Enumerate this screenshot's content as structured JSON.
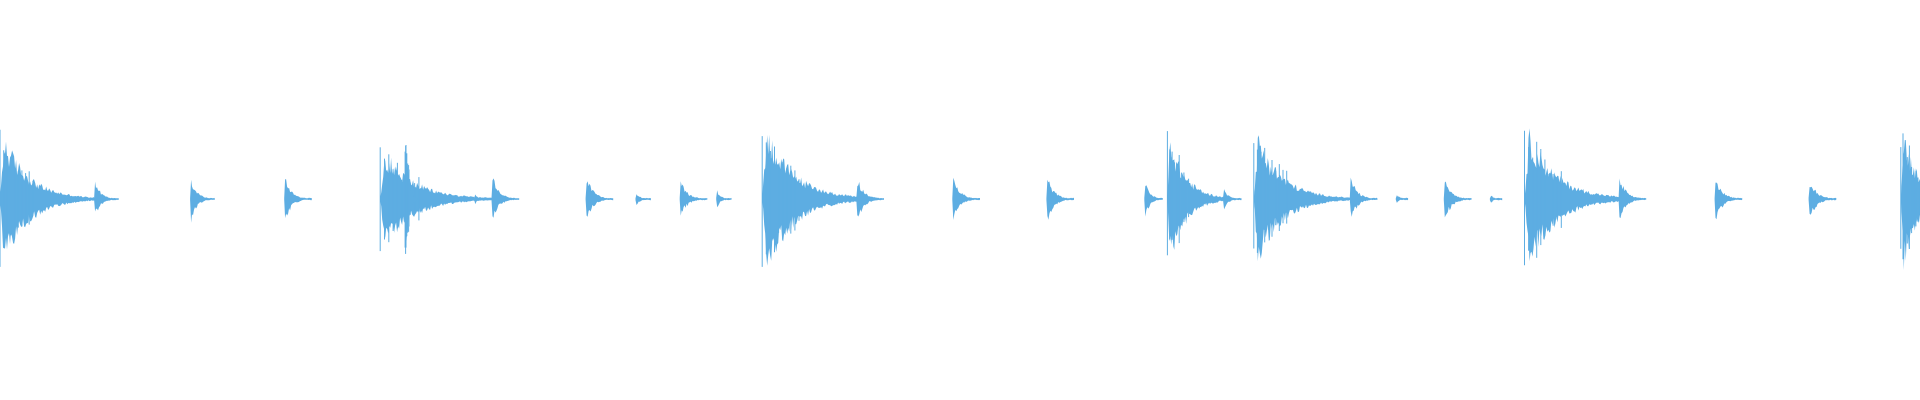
{
  "waveform": {
    "color": "#5dade2",
    "background": "#ffffff",
    "transients": [
      {
        "t": 0.0,
        "amp": 0.34,
        "decay": 0.034
      },
      {
        "t": 0.049,
        "amp": 0.1,
        "decay": 0.008
      },
      {
        "t": 0.099,
        "amp": 0.12,
        "decay": 0.008
      },
      {
        "t": 0.148,
        "amp": 0.12,
        "decay": 0.009
      },
      {
        "t": 0.198,
        "amp": 0.26,
        "decay": 0.04
      },
      {
        "t": 0.211,
        "amp": 0.36,
        "decay": 0.004
      },
      {
        "t": 0.247,
        "amp": 0.04,
        "decay": 0.003
      },
      {
        "t": 0.256,
        "amp": 0.12,
        "decay": 0.009
      },
      {
        "t": 0.305,
        "amp": 0.12,
        "decay": 0.009
      },
      {
        "t": 0.331,
        "amp": 0.04,
        "decay": 0.005
      },
      {
        "t": 0.354,
        "amp": 0.1,
        "decay": 0.009
      },
      {
        "t": 0.373,
        "amp": 0.05,
        "decay": 0.005
      },
      {
        "t": 0.397,
        "amp": 0.38,
        "decay": 0.038
      },
      {
        "t": 0.446,
        "amp": 0.12,
        "decay": 0.009
      },
      {
        "t": 0.496,
        "amp": 0.12,
        "decay": 0.009
      },
      {
        "t": 0.545,
        "amp": 0.12,
        "decay": 0.009
      },
      {
        "t": 0.596,
        "amp": 0.12,
        "decay": 0.006
      },
      {
        "t": 0.608,
        "amp": 0.34,
        "decay": 0.022
      },
      {
        "t": 0.637,
        "amp": 0.06,
        "decay": 0.006
      },
      {
        "t": 0.653,
        "amp": 0.34,
        "decay": 0.034
      },
      {
        "t": 0.703,
        "amp": 0.12,
        "decay": 0.009
      },
      {
        "t": 0.727,
        "amp": 0.03,
        "decay": 0.004
      },
      {
        "t": 0.752,
        "amp": 0.12,
        "decay": 0.009
      },
      {
        "t": 0.776,
        "amp": 0.03,
        "decay": 0.004
      },
      {
        "t": 0.794,
        "amp": 0.36,
        "decay": 0.038
      },
      {
        "t": 0.843,
        "amp": 0.12,
        "decay": 0.009
      },
      {
        "t": 0.893,
        "amp": 0.12,
        "decay": 0.009
      },
      {
        "t": 0.942,
        "amp": 0.12,
        "decay": 0.009
      },
      {
        "t": 0.99,
        "amp": 0.38,
        "decay": 0.02
      }
    ]
  }
}
